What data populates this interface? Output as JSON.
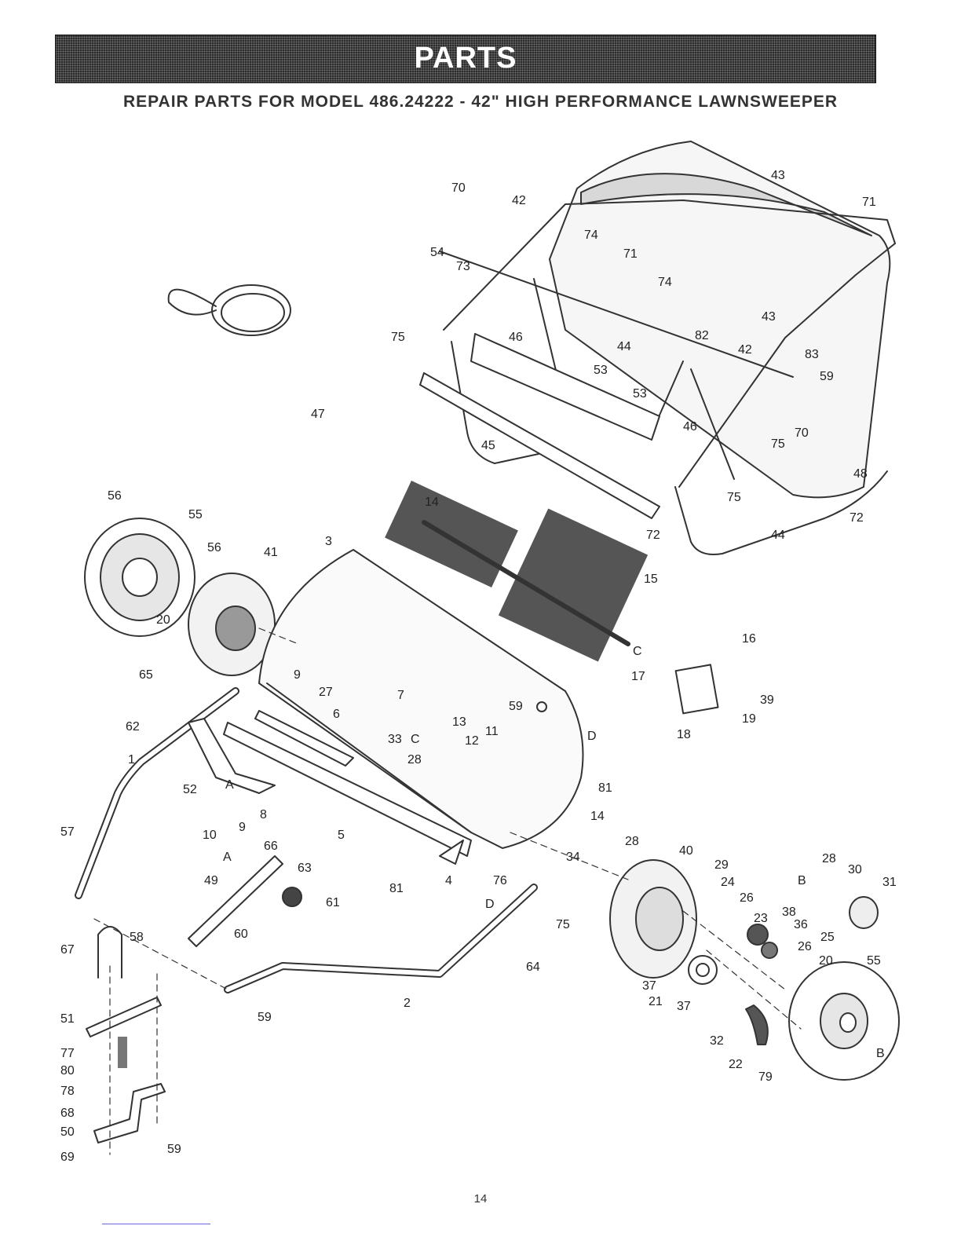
{
  "header": {
    "banner_title": "PARTS",
    "subtitle": "REPAIR PARTS FOR MODEL 486.24222 - 42\" HIGH PERFORMANCE LAWNSWEEPER"
  },
  "callouts": {
    "c70a": "70",
    "c42a": "42",
    "c43a": "43",
    "c71a": "71",
    "c54": "54",
    "c74a": "74",
    "c71b": "71",
    "c73": "73",
    "c74b": "74",
    "c43b": "43",
    "c75a": "75",
    "c46a": "46",
    "c44a": "44",
    "c82": "82",
    "c42b": "42",
    "c83": "83",
    "c53a": "53",
    "c59a": "59",
    "c53b": "53",
    "c46b": "46",
    "c70b": "70",
    "c47": "47",
    "c45": "45",
    "c75b": "75",
    "c48": "48",
    "c75c": "75",
    "c14a": "14",
    "c72a": "72",
    "c72b": "72",
    "c44b": "44",
    "c56a": "56",
    "c55a": "55",
    "c56b": "56",
    "c41": "41",
    "c3": "3",
    "c15": "15",
    "c20a": "20",
    "cC1": "C",
    "c16": "16",
    "c65": "65",
    "c9a": "9",
    "c27": "27",
    "c17": "17",
    "c39": "39",
    "c7": "7",
    "c59b": "59",
    "c6": "6",
    "c13": "13",
    "c19": "19",
    "c62": "62",
    "c33": "33",
    "cC2": "C",
    "c12": "12",
    "c11": "11",
    "cD1": "D",
    "c18": "18",
    "c1": "1",
    "c28a": "28",
    "cA1": "A",
    "c52": "52",
    "c8": "8",
    "c81a": "81",
    "c10": "10",
    "c9b": "9",
    "c5": "5",
    "c14b": "14",
    "c57": "57",
    "c66": "66",
    "cA2": "A",
    "c28b": "28",
    "c40": "40",
    "c34": "34",
    "c28c": "28",
    "c63": "63",
    "c29": "29",
    "c30": "30",
    "c49": "49",
    "cB1": "B",
    "c31": "31",
    "c24": "24",
    "c81b": "81",
    "c4": "4",
    "c76": "76",
    "c61": "61",
    "c26a": "26",
    "cD2": "D",
    "c75d": "75",
    "c23": "23",
    "c38": "38",
    "c36": "36",
    "c60": "60",
    "c26b": "26",
    "c25": "25",
    "c67": "67",
    "c58": "58",
    "c64": "64",
    "c20b": "20",
    "c55b": "55",
    "c37a": "37",
    "c2": "2",
    "c21": "21",
    "c37b": "37",
    "c59c": "59",
    "c51": "51",
    "c32": "32",
    "cB2": "B",
    "c77": "77",
    "c22": "22",
    "c79": "79",
    "c80": "80",
    "c78": "78",
    "c68": "68",
    "c50": "50",
    "c59d": "59",
    "c69": "69"
  },
  "footer": {
    "page_number": "14"
  }
}
